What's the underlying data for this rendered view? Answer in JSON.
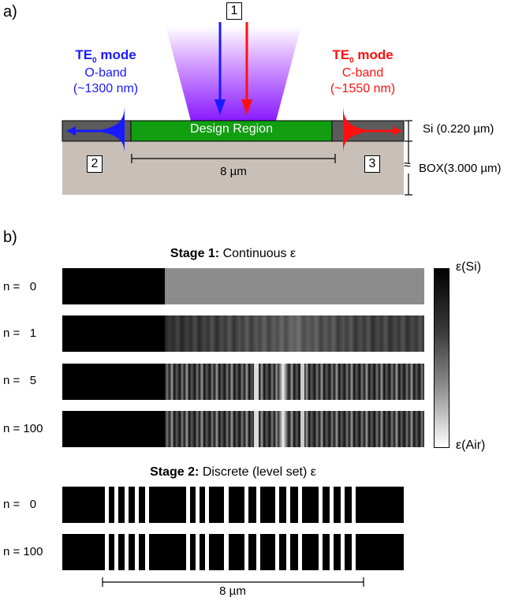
{
  "panel_a": {
    "label": "a)",
    "left_mode": {
      "title": "TE",
      "sub": "0",
      "title_end": " mode",
      "band": "O-band",
      "wavelength": "(~1300 nm)",
      "color": "#1a1aff"
    },
    "right_mode": {
      "title": "TE",
      "sub": "0",
      "title_end": " mode",
      "band": "C-band",
      "wavelength": "(~1550 nm)",
      "color": "#ff1010"
    },
    "port1": "1",
    "port2": "2",
    "port3": "3",
    "design_region": "Design Region",
    "length": "8 µm",
    "si_label": "Si  (0.220 µm)",
    "box_label": "BOX(3.000 µm)",
    "break_symbol": "≈",
    "colors": {
      "design": "#119e11",
      "si": "#5b5b5b",
      "box": "#c8bfb8",
      "beam": "#9b30ff"
    }
  },
  "panel_b": {
    "label": "b)",
    "stage1": {
      "bold": "Stage 1:",
      "rest": " Continuous ε"
    },
    "stage2": {
      "bold": "Stage 2:",
      "rest": " Discrete (level set) ε"
    },
    "rows_stage1": [
      "n =   0",
      "n =   1",
      "n =   5",
      "n = 100"
    ],
    "rows_stage2": [
      "n =   0",
      "n = 100"
    ],
    "colorbar": {
      "top": "ε(Si)",
      "bottom": "ε(Air)"
    },
    "length": "8 µm"
  }
}
